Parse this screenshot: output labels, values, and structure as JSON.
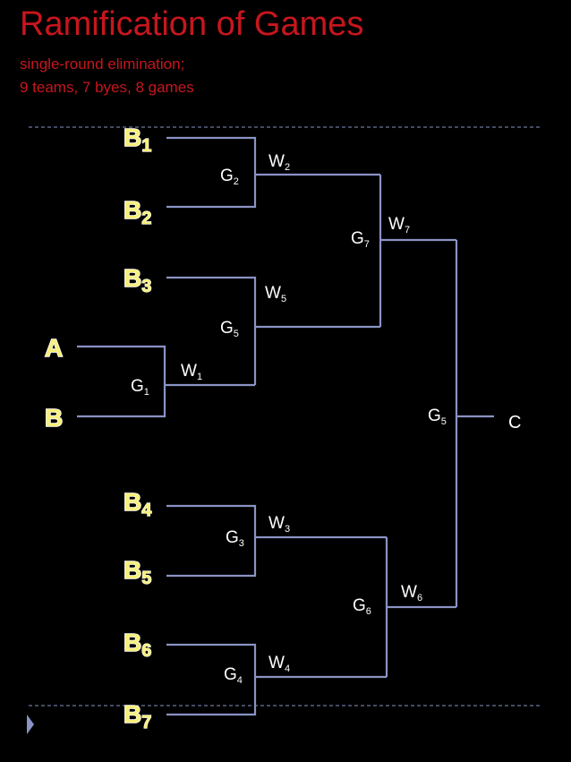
{
  "title": "Ramification of Games",
  "subtitle_line1": "single-round elimination;",
  "subtitle_line2": "9 teams, 7 byes, 8 games",
  "colors": {
    "title": "#c8161d",
    "team": "#f7f07a",
    "lines": "#8a93c4",
    "labels": "#ffffff",
    "background": "#000000"
  },
  "teams": [
    {
      "id": "b1",
      "base": "B",
      "sub": "1"
    },
    {
      "id": "b2",
      "base": "B",
      "sub": "2"
    },
    {
      "id": "b3",
      "base": "B",
      "sub": "3"
    },
    {
      "id": "a",
      "base": "A",
      "sub": ""
    },
    {
      "id": "b",
      "base": "B",
      "sub": ""
    },
    {
      "id": "b4",
      "base": "B",
      "sub": "4"
    },
    {
      "id": "b5",
      "base": "B",
      "sub": "5"
    },
    {
      "id": "b6",
      "base": "B",
      "sub": "6"
    },
    {
      "id": "b7",
      "base": "B",
      "sub": "7"
    }
  ],
  "games": [
    {
      "id": "g1",
      "base": "G",
      "sub": "1"
    },
    {
      "id": "g2",
      "base": "G",
      "sub": "2"
    },
    {
      "id": "g5a",
      "base": "G",
      "sub": "5"
    },
    {
      "id": "g7",
      "base": "G",
      "sub": "7"
    },
    {
      "id": "g3",
      "base": "G",
      "sub": "3"
    },
    {
      "id": "g4",
      "base": "G",
      "sub": "4"
    },
    {
      "id": "g6",
      "base": "G",
      "sub": "6"
    },
    {
      "id": "g5b",
      "base": "G",
      "sub": "5"
    }
  ],
  "winners": [
    {
      "id": "w1",
      "base": "W",
      "sub": "1"
    },
    {
      "id": "w2",
      "base": "W",
      "sub": "2"
    },
    {
      "id": "w5",
      "base": "W",
      "sub": "5"
    },
    {
      "id": "w7",
      "base": "W",
      "sub": "7"
    },
    {
      "id": "w3",
      "base": "W",
      "sub": "3"
    },
    {
      "id": "w4",
      "base": "W",
      "sub": "4"
    },
    {
      "id": "w6",
      "base": "W",
      "sub": "6"
    }
  ],
  "champion": "C"
}
